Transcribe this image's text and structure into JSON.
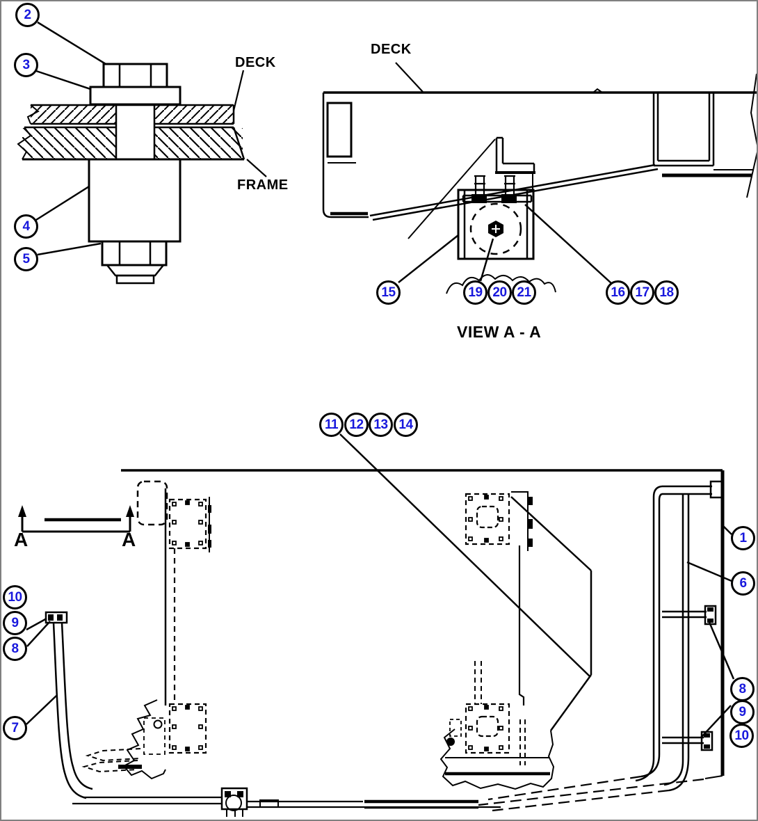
{
  "colors": {
    "background": "#ffffff",
    "frame_border": "#808080",
    "line": "#000000",
    "callout_number": "#1818dd"
  },
  "labels": {
    "bolt_detail_deck": "DECK",
    "bolt_detail_frame": "FRAME",
    "view_aa_deck": "DECK",
    "view_aa_title": "VIEW A - A",
    "section_marker_left": "A",
    "section_marker_right": "A"
  },
  "callouts": {
    "c2": "2",
    "c3": "3",
    "c4": "4",
    "c5": "5",
    "c15": "15",
    "c19": "19",
    "c20": "20",
    "c21": "21",
    "c16": "16",
    "c17": "17",
    "c18": "18",
    "c11": "11",
    "c12": "12",
    "c13": "13",
    "c14": "14",
    "c1": "1",
    "c6": "6",
    "c7": "7",
    "left_10": "10",
    "left_9": "9",
    "left_8": "8",
    "right_8": "8",
    "right_9": "9",
    "right_10": "10"
  }
}
